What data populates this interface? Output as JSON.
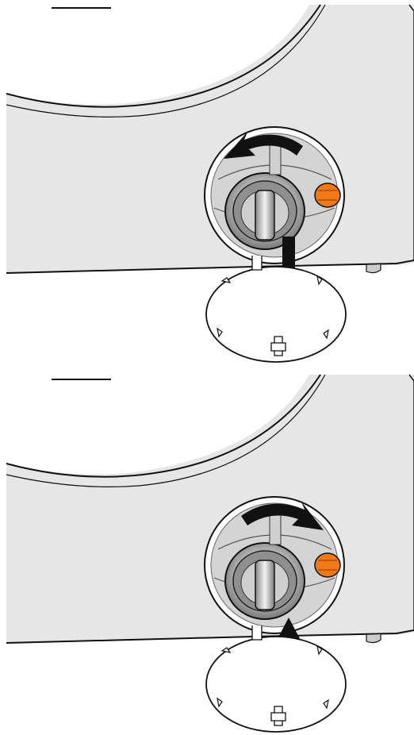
{
  "figure": {
    "panels": [
      {
        "step": "remove",
        "rotation": "counterclockwise",
        "cover_motion": "down"
      },
      {
        "step": "install",
        "rotation": "clockwise",
        "cover_motion": "up"
      }
    ]
  },
  "colors": {
    "body": "#e6e6e6",
    "door_panel": "#d9d9d9",
    "outline": "#111111",
    "cover_fill": "#ffffff",
    "filter_light": "#cfcfcf",
    "filter_mid": "#9a9a9a",
    "filter_dark": "#4a4a4a",
    "accent_orange": "#f07a1a",
    "arrow": "#111111"
  },
  "icons": {
    "rotate_ccw": "rotate-counterclockwise-arrow",
    "rotate_cw": "rotate-clockwise-arrow",
    "down": "arrow-down",
    "up": "arrow-up"
  }
}
